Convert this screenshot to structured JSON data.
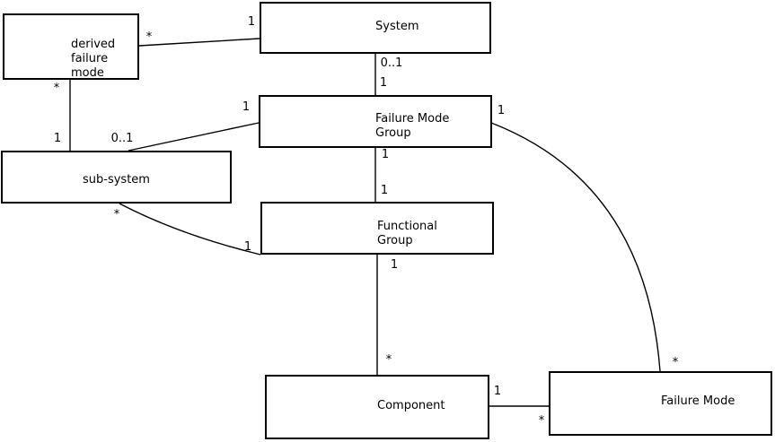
{
  "diagram": {
    "type": "uml-association-diagram",
    "colors": {
      "background": "#ffffff",
      "line": "#000000",
      "text": "#000000"
    },
    "boxes": {
      "derived_failure_mode": {
        "label": "derived\nfailure\nmode"
      },
      "system": {
        "label": "System"
      },
      "failure_mode_group": {
        "label": "Failure Mode\nGroup"
      },
      "sub_system": {
        "label": "sub-system"
      },
      "functional_group": {
        "label": "Functional\nGroup"
      },
      "component": {
        "label": "Component"
      },
      "failure_mode": {
        "label": "Failure Mode"
      }
    },
    "edges": [
      {
        "name": "system--derived-failure-mode",
        "end_a": "1",
        "end_b": "*"
      },
      {
        "name": "derived-failure-mode--sub-system",
        "end_a": "*",
        "end_b": "1"
      },
      {
        "name": "system--failure-mode-group",
        "end_a": "0..1",
        "end_b": "1"
      },
      {
        "name": "failure-mode-group--sub-system",
        "end_a": "1",
        "end_b": "0..1"
      },
      {
        "name": "failure-mode-group--functional-group",
        "end_a": "1",
        "end_b": "1"
      },
      {
        "name": "sub-system--functional-group",
        "end_a": "*",
        "end_b": "1"
      },
      {
        "name": "functional-group--component",
        "end_a": "1",
        "end_b": "*"
      },
      {
        "name": "component--failure-mode",
        "end_a": "1",
        "end_b": "*"
      },
      {
        "name": "failure-mode-group--failure-mode",
        "end_a": "1",
        "end_b": "*"
      }
    ]
  }
}
